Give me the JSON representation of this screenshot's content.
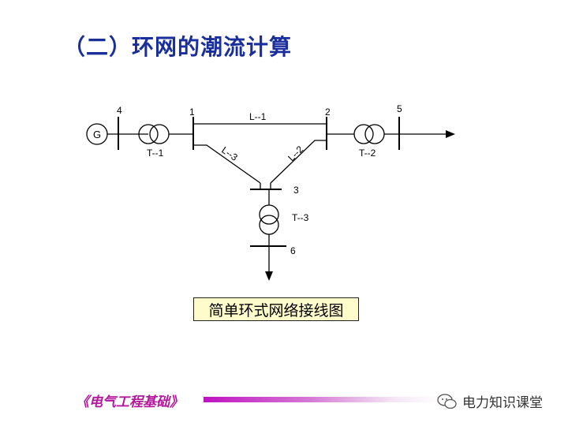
{
  "slide": {
    "title": "（二）环网的潮流计算",
    "caption": "简单环式网络接线图"
  },
  "diagram": {
    "generator_label": "G",
    "buses": {
      "b1": "1",
      "b2": "2",
      "b3": "3",
      "b4": "4",
      "b5": "5",
      "b6": "6"
    },
    "lines": {
      "l1": "L--1",
      "l2": "L--2",
      "l3": "L--3"
    },
    "transformers": {
      "t1": "T--1",
      "t2": "T--2",
      "t3": "T--3"
    }
  },
  "footer": {
    "course": "《电气工程基础》",
    "watermark": "电力知识课堂"
  },
  "colors": {
    "title": "#1a2f9c",
    "footer_text": "#b3179b",
    "caption_bg": "#fffccc",
    "line": "#000000"
  }
}
